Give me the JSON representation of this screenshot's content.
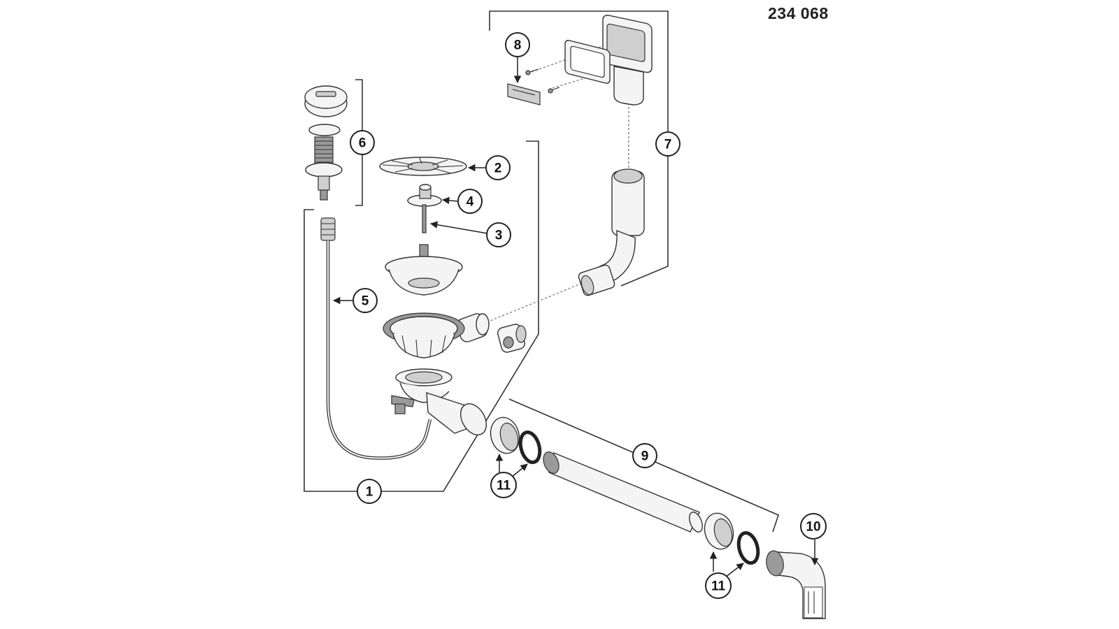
{
  "drawing_number": "234 068",
  "callouts": {
    "c1": "1",
    "c2": "2",
    "c3": "3",
    "c4": "4",
    "c5": "5",
    "c6": "6",
    "c7": "7",
    "c8": "8",
    "c9": "9",
    "c10": "10",
    "c11a": "11",
    "c11b": "11"
  },
  "colors": {
    "line": "#333333",
    "background": "#ffffff"
  }
}
